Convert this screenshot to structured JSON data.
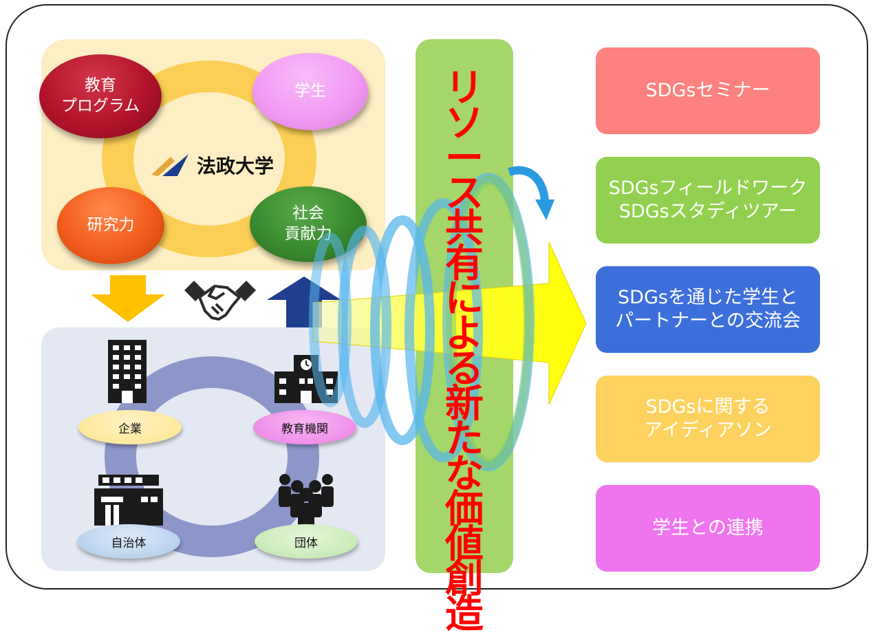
{
  "university": {
    "name": "法政大学"
  },
  "top_circle": [
    {
      "label_lines": [
        "教育",
        "プログラム"
      ],
      "color": "#b3142b"
    },
    {
      "label_lines": [
        "学生"
      ],
      "color": "#f29af4"
    },
    {
      "label_lines": [
        "研究力"
      ],
      "color": "#f25c1c"
    },
    {
      "label_lines": [
        "社会",
        "貢献力"
      ],
      "color": "#3a8a2f"
    }
  ],
  "bottom_circle": [
    {
      "label": "企業",
      "icon": "office-building-icon",
      "color": "#fde99c"
    },
    {
      "label": "教育機関",
      "icon": "school-icon",
      "color": "#ee8fe8"
    },
    {
      "label": "自治体",
      "icon": "city-hall-icon",
      "color": "#b9d4ee"
    },
    {
      "label": "団体",
      "icon": "group-of-people-icon",
      "color": "#c9ebb7"
    }
  ],
  "middle_icons": {
    "down_arrow": {
      "icon": "down-arrow-icon",
      "color": "#ffc000"
    },
    "handshake": {
      "icon": "handshake-icon"
    },
    "up_arrow": {
      "icon": "up-arrow-icon",
      "color": "#1f3f8f"
    }
  },
  "center_band": {
    "text_chars": [
      "リ",
      "ソ",
      "ー",
      "ス",
      "共",
      "有",
      "に",
      "よ",
      "る",
      "新",
      "た",
      "な",
      "価",
      "値",
      "創",
      "造"
    ],
    "text_color": "#ff0000",
    "band_color": "#a5d66a"
  },
  "outputs": [
    {
      "lines": [
        "SDGsセミナー"
      ],
      "color": "#fc817f"
    },
    {
      "lines": [
        "SDGsフィールドワーク",
        "SDGsスタディツアー"
      ],
      "color": "#92d050"
    },
    {
      "lines": [
        "SDGsを通じた学生と",
        "パートナーとの交流会"
      ],
      "color": "#3d6fdb"
    },
    {
      "lines": [
        "SDGsに関する",
        "アイディアソン"
      ],
      "color": "#fdd25f"
    },
    {
      "lines": [
        "学生との連携"
      ],
      "color": "#ee75ee"
    }
  ]
}
